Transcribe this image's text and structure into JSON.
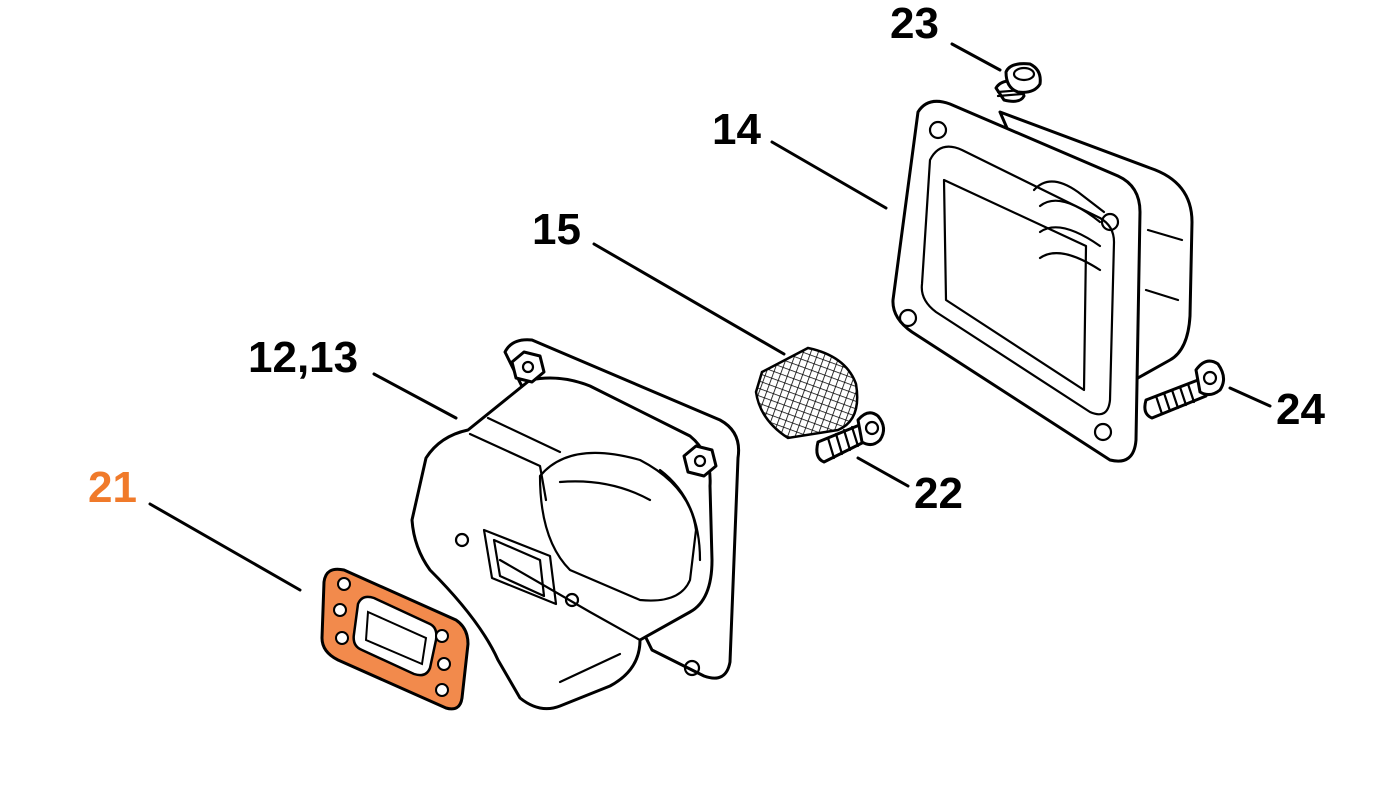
{
  "colors": {
    "highlight": "#f07a2a",
    "gasket_fill": "#f28a4c",
    "line": "#000000",
    "background": "#ffffff"
  },
  "callouts": [
    {
      "id": "c23",
      "label": "23",
      "highlighted": false
    },
    {
      "id": "c14",
      "label": "14",
      "highlighted": false
    },
    {
      "id": "c15",
      "label": "15",
      "highlighted": false
    },
    {
      "id": "c1213",
      "label": "12,13",
      "highlighted": false
    },
    {
      "id": "c21",
      "label": "21",
      "highlighted": true
    },
    {
      "id": "c22",
      "label": "22",
      "highlighted": false
    },
    {
      "id": "c24",
      "label": "24",
      "highlighted": false
    }
  ]
}
